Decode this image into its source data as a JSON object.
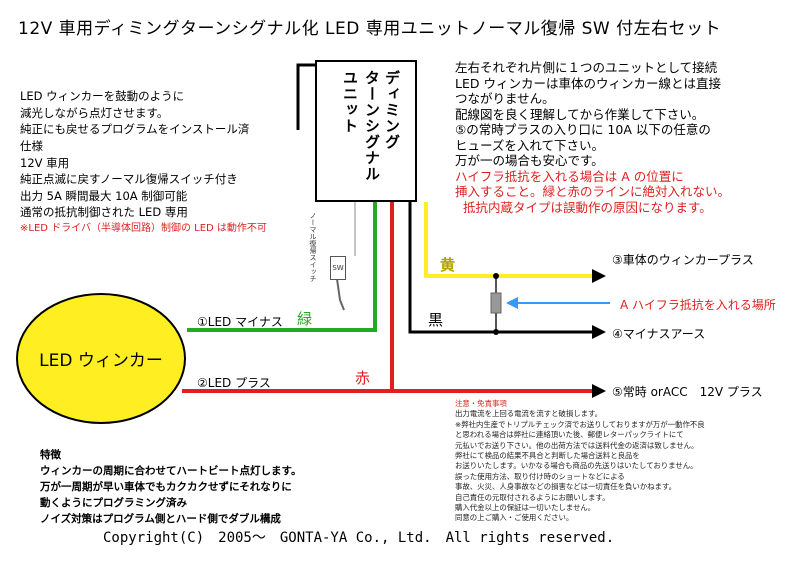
{
  "colors": {
    "yellow": "#ffee22",
    "green": "#22aa22",
    "red": "#e02020",
    "blue": "#3399ff",
    "black": "#000000"
  },
  "title": "12V 車用ディミングターンシグナル化 LED 専用ユニットノーマル復帰 SW 付左右セット",
  "features_text": [
    "LED ウィンカーを鼓動のように",
    "減光しながら点灯させます。",
    "純正にも戻せるプログラムをインストール済"
  ],
  "specs": {
    "heading": "仕様",
    "lines": [
      "12V 車用",
      "純正点滅に戻すノーマル復帰スイッチ付き",
      "出力 5A 瞬間最大 10A 制御可能",
      "通常の抵抗制御された LED 専用"
    ],
    "warning": "※LED ドライバ（半導体回路）制御の LED は動作不可"
  },
  "unit": {
    "label_lines": [
      "ディミング",
      "ターンシグナル",
      "ユニット"
    ]
  },
  "switch": {
    "vertical_label": "ノーマル復帰スイッチ",
    "box_label": "SW"
  },
  "notes": {
    "black_lines": [
      "左右それぞれ片側に１つのユニットとして接続",
      "LED ウィンカーは車体のウィンカー線とは直接",
      "つながりません。",
      "配線図を良く理解してから作業して下さい。",
      "⑤の常時プラスの入り口に 10A 以下の任意の",
      "ヒューズを入れて下さい。",
      "万が一の場合も安心です。"
    ],
    "red_lines": [
      "ハイフラ抵抗を入れる場合は A の位置に",
      "挿入すること。緑と赤のラインに絶対入れない。",
      "抵抗内蔵タイプは誤動作の原因になります。"
    ]
  },
  "wires": {
    "yellow_label": "黄",
    "black_label": "黒",
    "green_label": "緑",
    "red_label": "赤",
    "led_minus": "①LED マイナス",
    "led_plus": "②LED プラス"
  },
  "destinations": {
    "d3": "③車体のウィンカープラス",
    "a": "A ハイフラ抵抗を入れる場所",
    "d4": "④マイナスアース",
    "d5": "⑤常時 orACC　12V プラス"
  },
  "led_label": "LED ウィンカー",
  "disclaimer": {
    "heading": "注意・免責事項",
    "lines": [
      "出力電流を上回る電流を流すと破損します。",
      "※弊社内生産でトリプルチェック済でお送りしておりますが万が一動作不良",
      "と思われる場合は弊社に連絡頂いた後、郵便レターパックライトにて",
      "元払いでお送り下さい。他の出荷方法では送料代金の返済は致しません。",
      "弊社にて検品の結果不具合と判断した場合送料と良品を",
      "お送りいたします。いかなる場合も商品の先送りはいたしておりません。",
      "誤った使用方法、取り付け時のショートなどによる",
      "事故、火災、人身事故などの損害などは一切責任を負いかねます。",
      "自己責任の元取付されるようにお願いします。",
      "購入代金以上の保証は一切いたしません。",
      "同意の上ご購入・ご使用ください。"
    ]
  },
  "bottom_features": {
    "heading": "特徴",
    "lines": [
      "ウィンカーの周期に合わせてハートビート点灯します。",
      "万が一周期が早い車体でもカクカクせずにそれなりに",
      "動くようにプログラミング済み",
      "ノイズ対策はプログラム側とハード側でダブル構成"
    ]
  },
  "copyright": "Copyright(C)　2005～　GONTA-YA Co., Ltd.　All rights reserved."
}
